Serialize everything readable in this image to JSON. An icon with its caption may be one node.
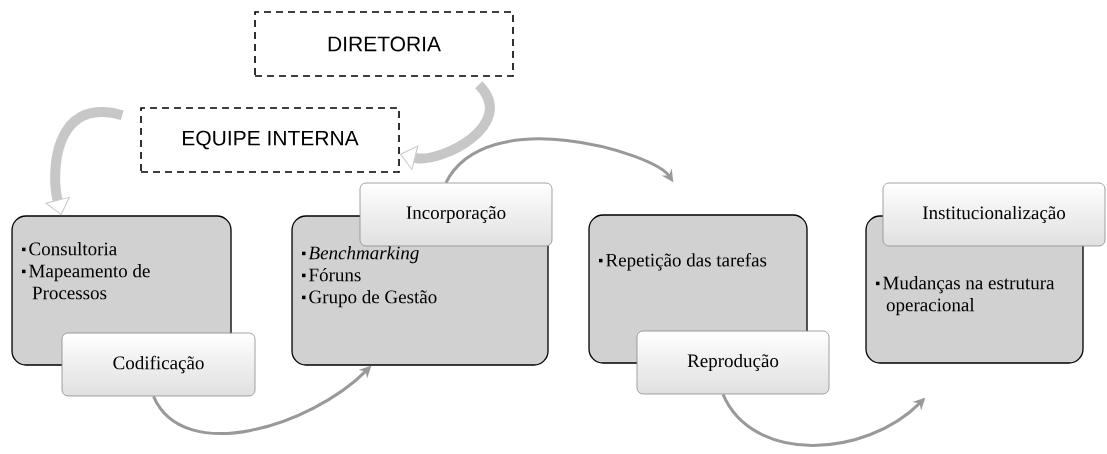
{
  "diagram": {
    "nodes": [
      {
        "text": [
          "DIRETORIA"
        ]
      },
      {
        "text": [
          "EQUIPE INTERNA"
        ]
      },
      {
        "text": [
          "Consultoria",
          "Mapeamento de Processos"
        ]
      },
      {
        "text": [
          "Codificação"
        ]
      },
      {
        "text": [
          "*Benchmarking*",
          "Fóruns",
          "Grupo de Gestão"
        ]
      },
      {
        "text": [
          "Incorporação"
        ]
      },
      {
        "text": [
          "Repetição das tarefas"
        ]
      },
      {
        "text": [
          "Reprodução"
        ]
      },
      {
        "text": [
          "Mudanças na estrutura operacional"
        ]
      },
      {
        "text": [
          "Institucionalização"
        ]
      }
    ],
    "edges": [
      {
        "from": 0,
        "to": 1,
        "arrow": "to",
        "style": "thick"
      },
      {
        "from": 1,
        "to": 2,
        "arrow": "to",
        "style": "thick"
      },
      {
        "from": 3,
        "to": 4,
        "arrow": "to"
      },
      {
        "from": 5,
        "to": 6,
        "arrow": "to"
      },
      {
        "from": 7,
        "to": 8,
        "arrow": "to"
      }
    ]
  }
}
